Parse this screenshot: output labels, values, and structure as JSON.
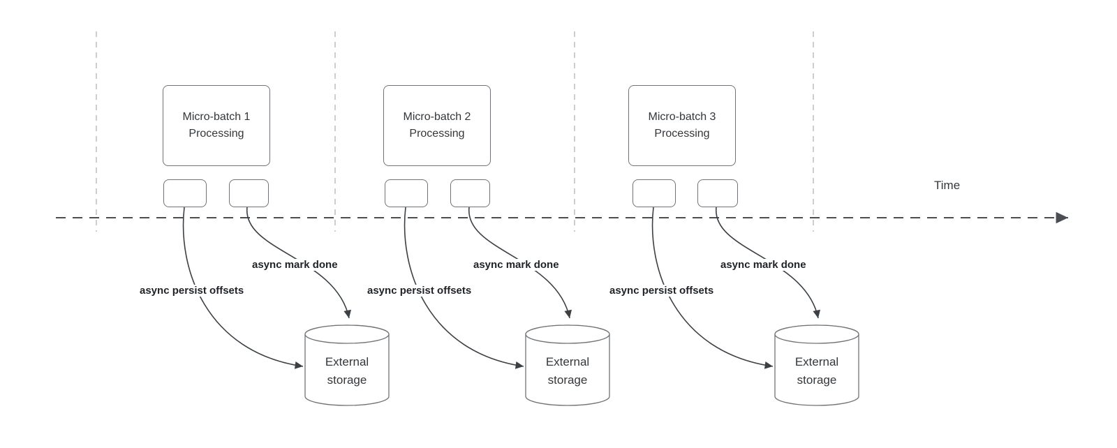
{
  "diagram": {
    "time_axis_label": "Time",
    "groups": [
      {
        "process_label": "Micro-batch 1\nProcessing",
        "persist_label": "async persist offsets",
        "mark_done_label": "async mark done",
        "storage_label": "External\nstorage"
      },
      {
        "process_label": "Micro-batch 2\nProcessing",
        "persist_label": "async persist offsets",
        "mark_done_label": "async mark done",
        "storage_label": "External\nstorage"
      },
      {
        "process_label": "Micro-batch 3\nProcessing",
        "persist_label": "async persist offsets",
        "mark_done_label": "async mark done",
        "storage_label": "External\nstorage"
      }
    ],
    "colors": {
      "box_border": "#6f7377",
      "arrow": "#3b4045",
      "vertical_guide": "#b8b8b8",
      "timeline": "#4a4d52",
      "text": "#33373b",
      "label_text": "#1f2327"
    }
  }
}
